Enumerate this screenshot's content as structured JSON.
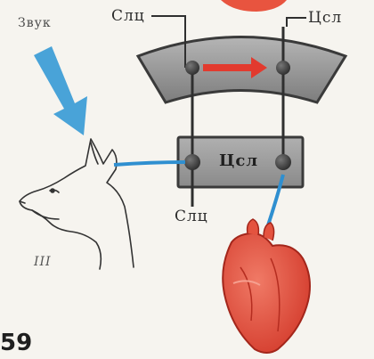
{
  "labels": {
    "sound": "Звук",
    "sound_center_top": "Слц",
    "sound_center_bottom": "Слц",
    "salivation_center_top": "Цсл",
    "salivation_center_box": "Цсл",
    "roman_numeral": "III",
    "figure_number": "59"
  },
  "colors": {
    "background": "#f6f4ef",
    "cortex_arc": "#8c8c8c",
    "subcortex_box": "#9a9a9a",
    "node_dark": "#3b3b3b",
    "red_arrow": "#e23a2e",
    "blue_arrow": "#3a9bd6",
    "blue_nerve": "#2f8fd0",
    "heart": "#e4533f"
  },
  "icons": {
    "dog": "dog-head-illustration",
    "heart": "heart-illustration",
    "sound_arrow": "blue-down-arrow"
  }
}
